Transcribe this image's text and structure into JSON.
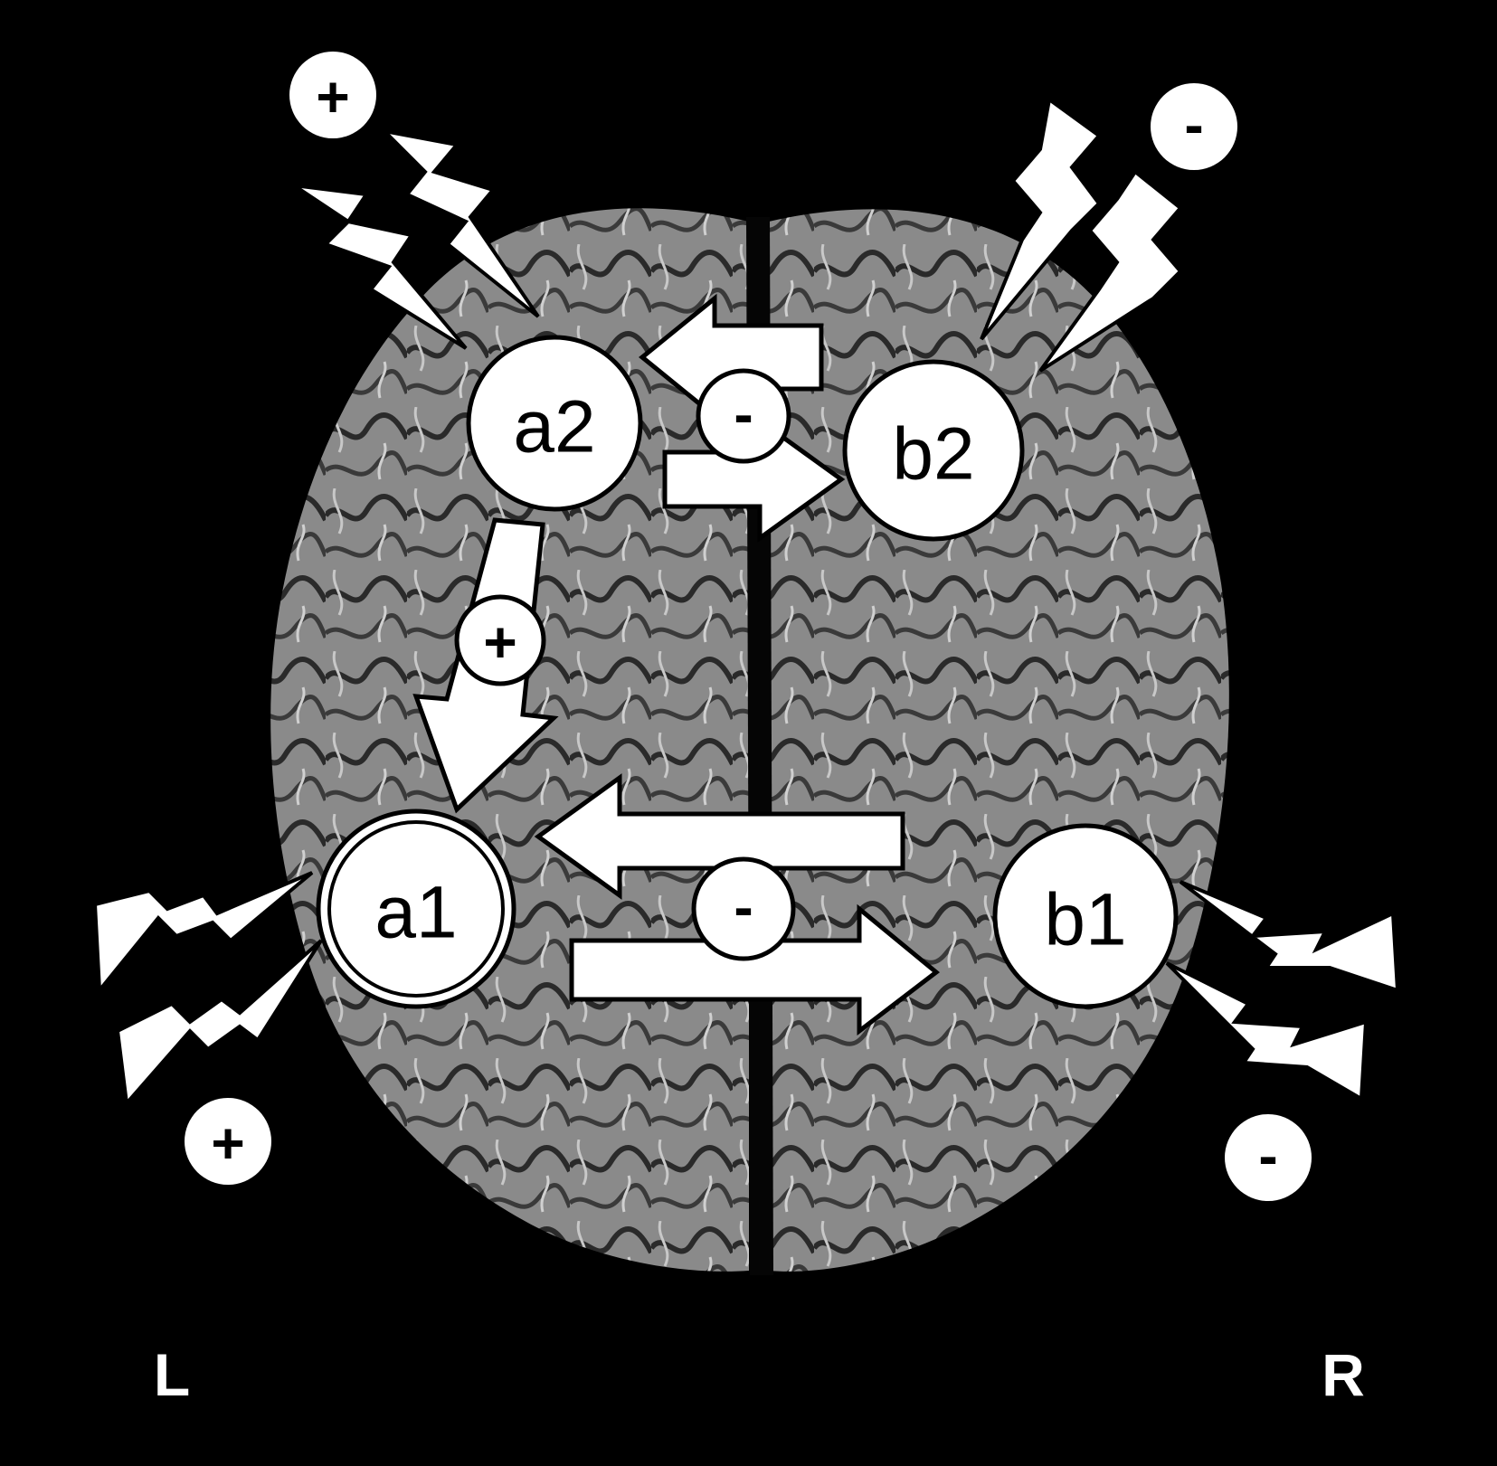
{
  "nodes": {
    "a2": "a2",
    "b2": "b2",
    "a1": "a1",
    "b1": "b1"
  },
  "connections": {
    "a2_b2": "-",
    "a2_a1": "+",
    "a1_b1": "-"
  },
  "stimulation": {
    "a2": "+",
    "b2": "-",
    "a1": "+",
    "b1": "-"
  },
  "sides": {
    "left": "L",
    "right": "R"
  },
  "colors": {
    "background": "#000000",
    "shapes": "#ffffff",
    "outline": "#000000"
  }
}
